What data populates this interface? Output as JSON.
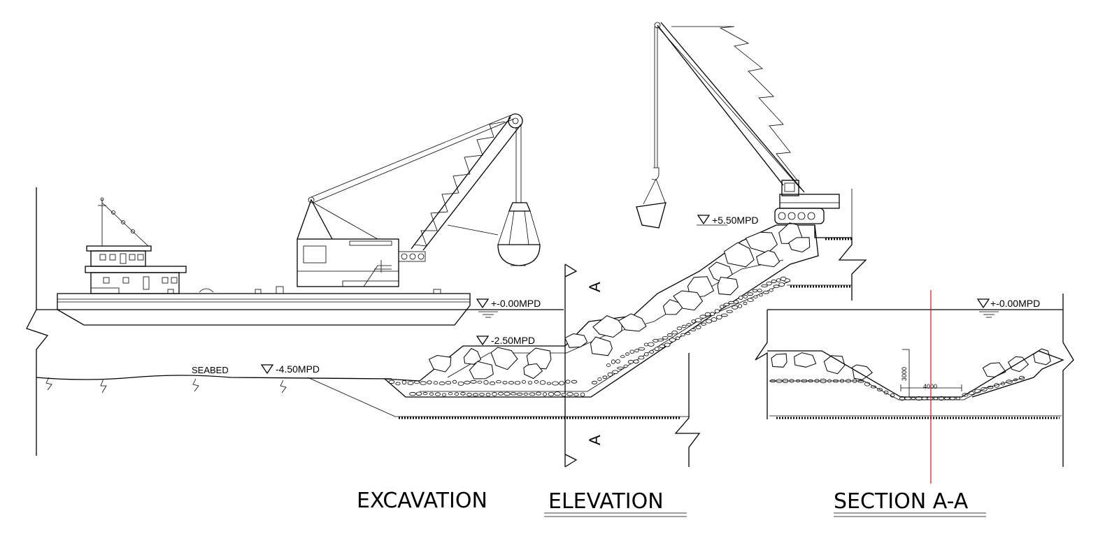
{
  "levels": {
    "water_left": "+-0.00MPD",
    "water_right": "+-0.00MPD",
    "bench": "-2.50MPD",
    "seabed": "-4.50MPD",
    "crest": "+5.50MPD"
  },
  "labels": {
    "seabed": "SEABED",
    "section_mark_top": "A",
    "section_mark_bottom": "A",
    "dim_height": "3000",
    "dim_width": "4000"
  },
  "titles": {
    "excavation": "EXCAVATION",
    "elevation": "ELEVATION",
    "section": "SECTION A-A"
  },
  "colors": {
    "line": "#000000",
    "section_cut": "#c81e1e",
    "background": "#ffffff"
  }
}
